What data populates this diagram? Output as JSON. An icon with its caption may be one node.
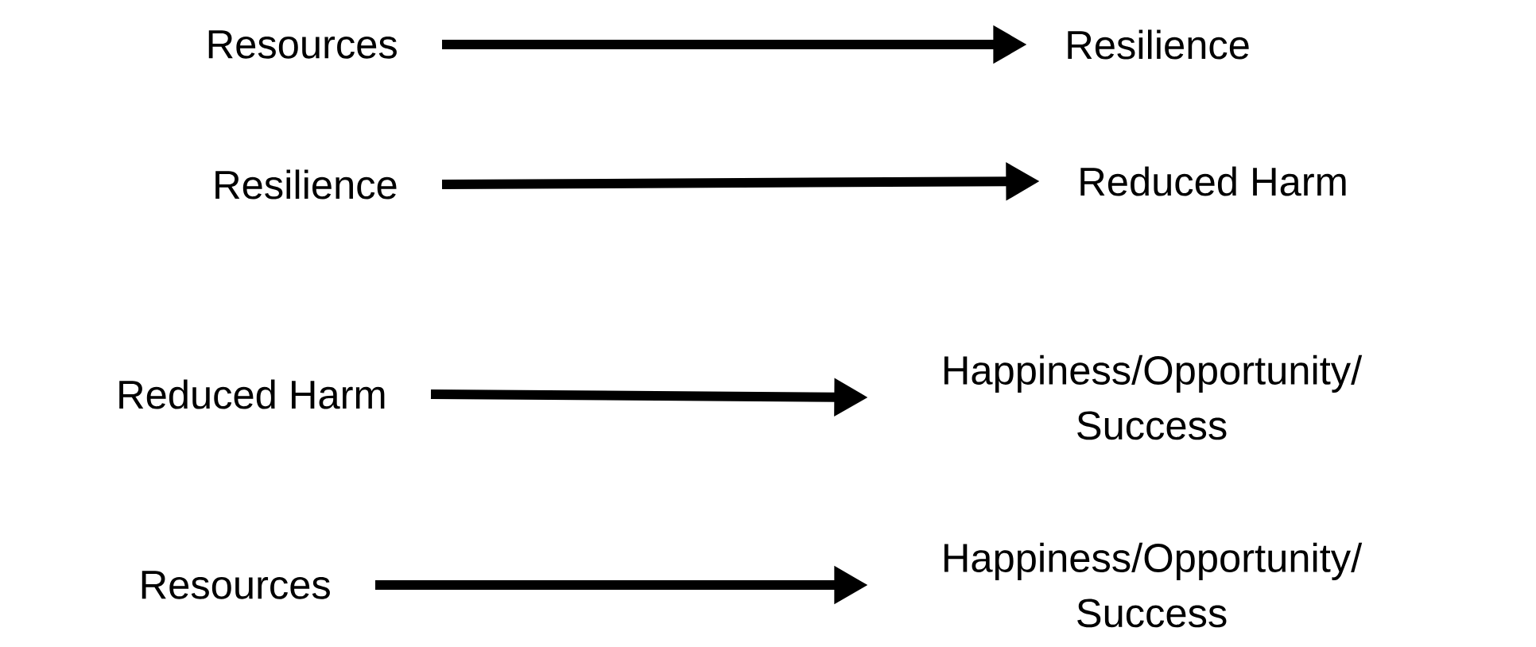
{
  "diagram": {
    "nodes": [
      {
        "text": [
          "Resources"
        ]
      },
      {
        "text": [
          "Resilience"
        ]
      },
      {
        "text": [
          "Resilience"
        ]
      },
      {
        "text": [
          "Reduced Harm"
        ]
      },
      {
        "text": [
          "Reduced Harm"
        ]
      },
      {
        "text": [
          "Happiness/Opportunity/ Success"
        ]
      },
      {
        "text": [
          "Resources"
        ]
      },
      {
        "text": [
          "Happiness/Opportunity/ Success"
        ]
      }
    ],
    "edges": [
      {
        "from": 0,
        "to": 1,
        "arrow": "to"
      },
      {
        "from": 2,
        "to": 3,
        "arrow": "to"
      },
      {
        "from": 4,
        "to": 5,
        "arrow": "to"
      },
      {
        "from": 6,
        "to": 7,
        "arrow": "to"
      }
    ]
  }
}
